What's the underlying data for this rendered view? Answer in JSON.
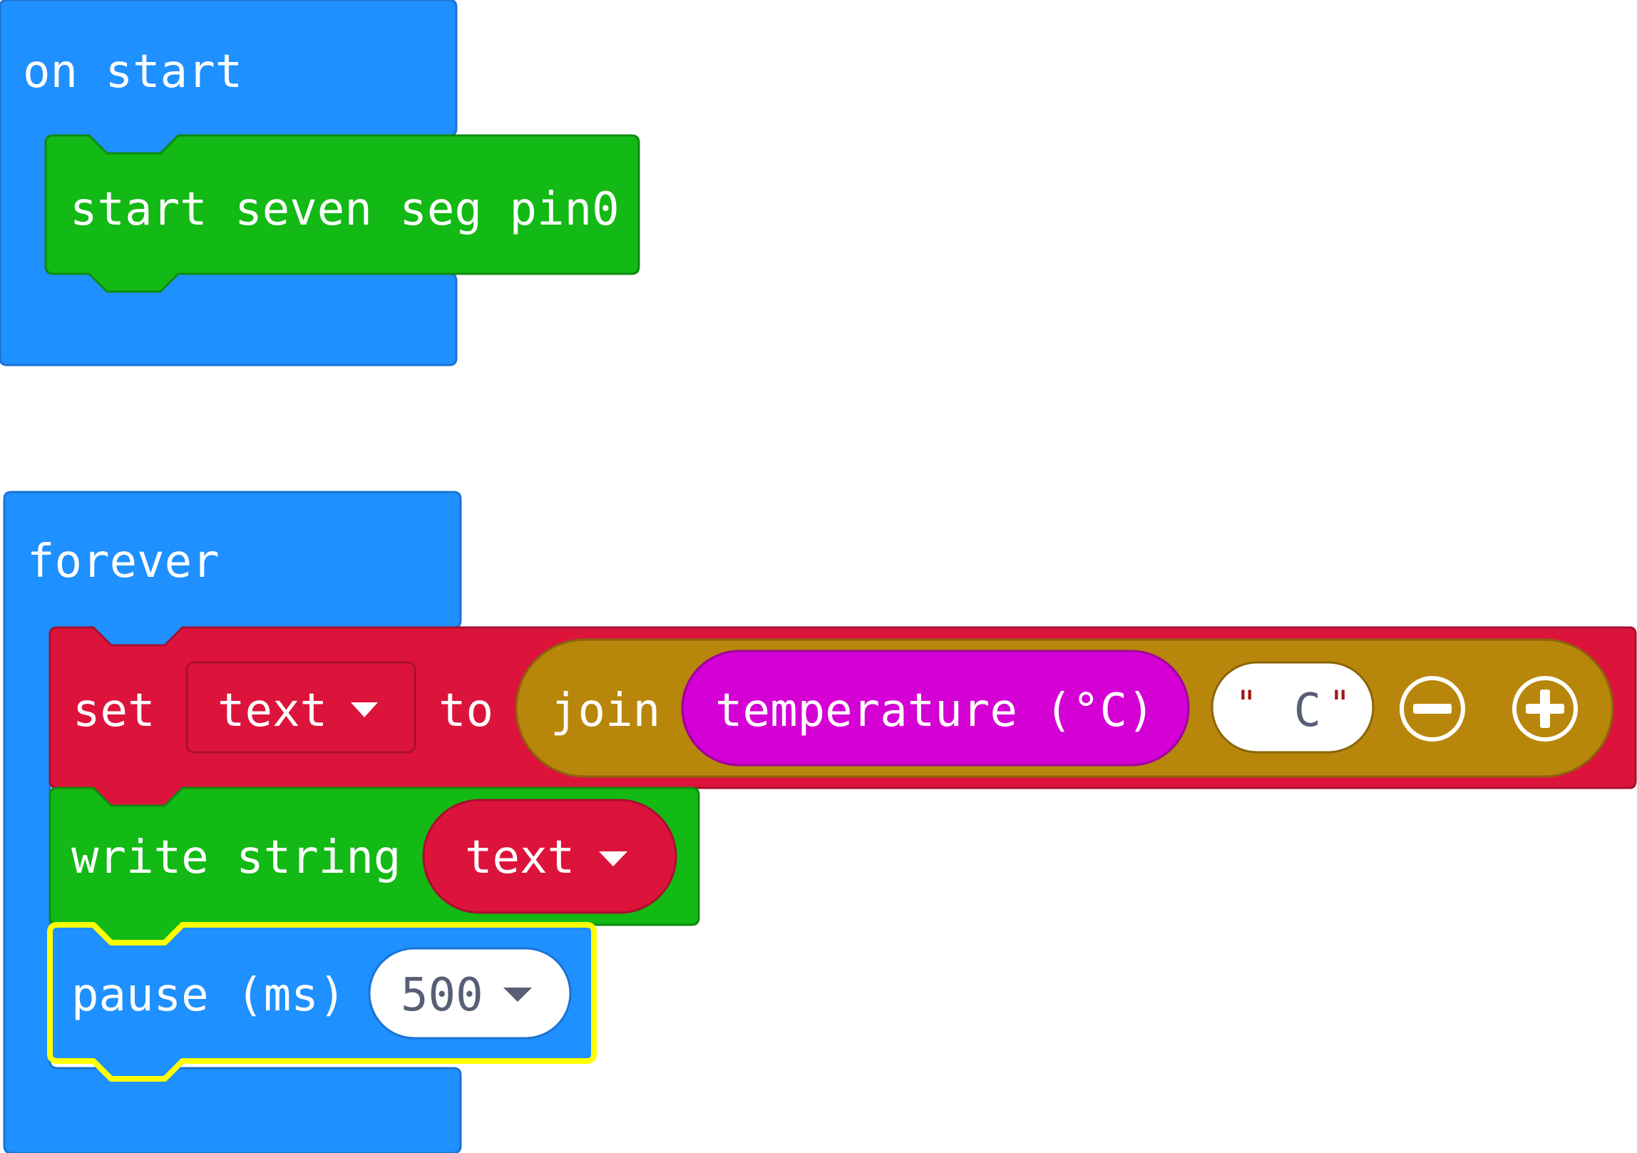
{
  "colors": {
    "event": "#1e90ff",
    "event_border": "#1a73d3",
    "seven_seg": "#13b914",
    "seven_seg_border": "#0f8a10",
    "variables": "#dc143c",
    "variables_border": "#a80f2e",
    "text": "#b8860b",
    "text_border": "#8a6508",
    "input": "#d400d4",
    "input_border": "#9e009e",
    "highlight": "#ffff00"
  },
  "blocks": {
    "on_start": {
      "label": "on start",
      "start_seven_seg": {
        "label": "start seven seg pin0"
      }
    },
    "forever": {
      "label": "forever",
      "set": {
        "keyword": "set",
        "variable": "text",
        "to": "to",
        "join": {
          "label": "join",
          "temperature": "temperature (°C)",
          "string_quote_open": "\"",
          "string_value": " C",
          "string_quote_close": "\""
        }
      },
      "write_string": {
        "label": "write string",
        "variable": "text"
      },
      "pause": {
        "label": "pause (ms)",
        "value": "500"
      }
    }
  },
  "icons": {
    "dropdown": "dropdown-triangle-icon",
    "minus": "minus-circle-icon",
    "plus": "plus-circle-icon"
  }
}
